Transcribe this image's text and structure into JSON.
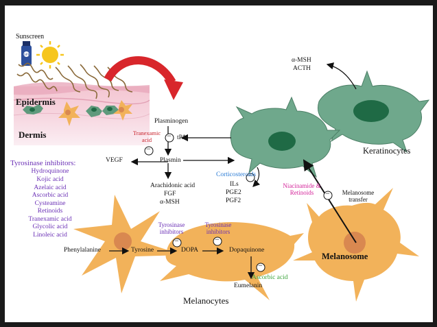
{
  "labels": {
    "sunscreen": "Sunscreen",
    "sunscreen_tube_text": "SPF 50",
    "epidermis": "Epidermis",
    "dermis": "Dermis",
    "plasminogen": "Plasminogen",
    "tpa": "tPA",
    "tranexamic_acid": "Tranexamic acid",
    "vegf": "VEGF",
    "plasmin": "Plasmin",
    "arachidonic_acid": "Arachidonic acid",
    "fgf": "FGF",
    "alpha_msh_plasmin": "α-MSH",
    "corticosteroids": "Corticosteroids",
    "ils": "ILs",
    "pge2": "PGE2",
    "pgf2": "PGF2",
    "alpha_msh_top": "α-MSH",
    "acth": "ACTH",
    "keratinocytes": "Keratinocytes",
    "niacinamide_retinoids": "Niacinamide & Retinoids",
    "melanosome_transfer": "Melanosome transfer",
    "melanosome": "Melanosome",
    "phenylalanine": "Phenylalanine",
    "tyrosine": "Tyrosine",
    "dopa": "DOPA",
    "dopaquinone": "Dopaquinone",
    "tyrosinase_inhibitors_1": "Tyrosinase inhibitors",
    "tyrosinase_inhibitors_2": "Tyrosinase inhibitors",
    "ascorbic_acid": "Ascorbic acid",
    "eumelanin": "Eumelanin",
    "melanocytes": "Melanocytes",
    "inhibit_symbol": "−"
  },
  "inhibitors_list": {
    "title": "Tyrosinase inhibitors:",
    "items": [
      "Hydroquinone",
      "Kojic acid",
      "Azelaic acid",
      "Ascorbic acid",
      "Cysteamine",
      "Retinoids",
      "Tranexamic acid",
      "Glycolic acid",
      "Linoleic acid"
    ]
  },
  "colors": {
    "keratinocyte_body": "#6fa88c",
    "keratinocyte_nucleus": "#1f6a45",
    "melanocyte_body": "#f2b25a",
    "melanocyte_nucleus": "#d98850",
    "purple_text": "#6a2fb5",
    "red_arrow": "#d8262b",
    "sun": "#f6c61e"
  }
}
